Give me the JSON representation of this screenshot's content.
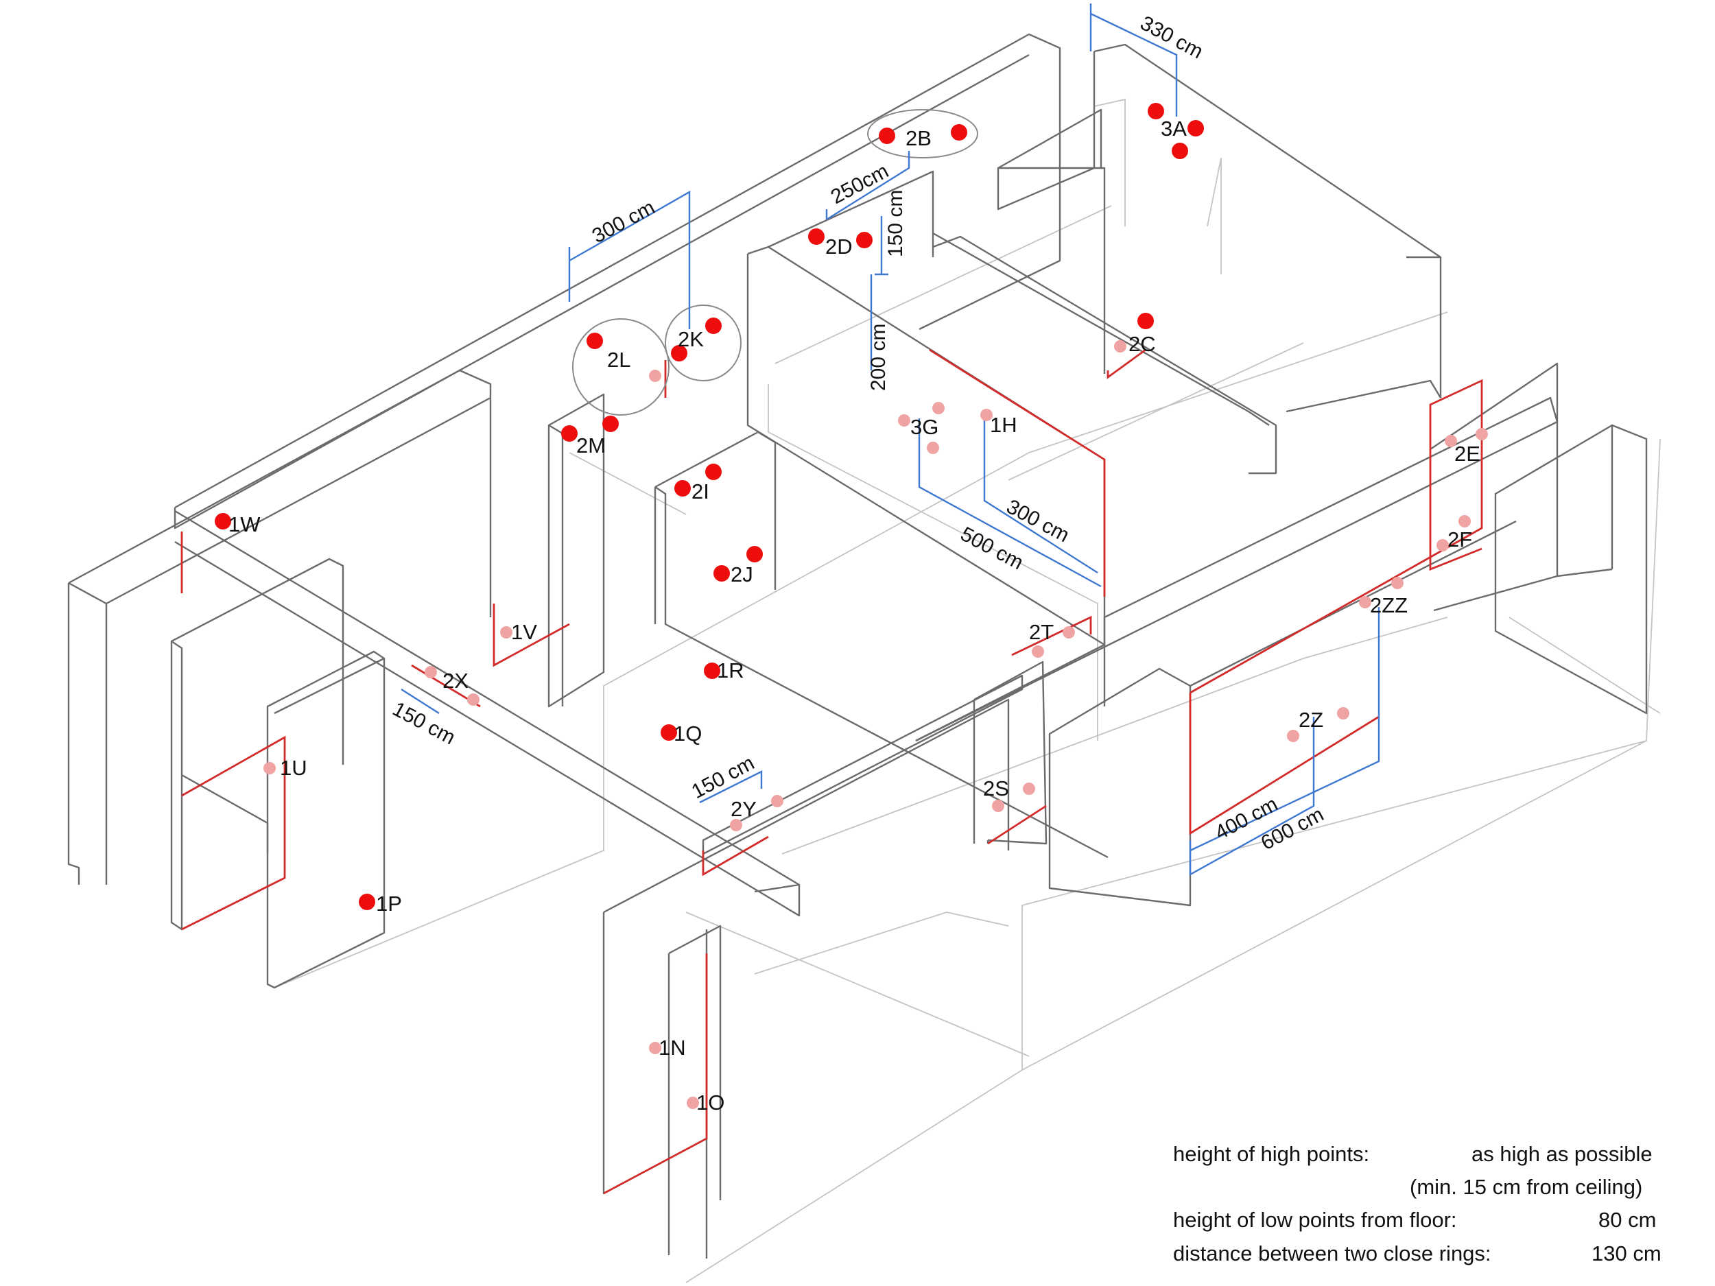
{
  "colors": {
    "high_point": "#ee0d0d",
    "low_point": "#f0a3a3",
    "dimension": "#3f78d0",
    "wall": "#6b6b6b",
    "conduit": "#d32a2a"
  },
  "points": {
    "p3A": "3A",
    "p2B": "2B",
    "p2D": "2D",
    "p2C": "2C",
    "p2K": "2K",
    "p2L": "2L",
    "p2M": "2M",
    "p2I": "2I",
    "p2J": "2J",
    "p1W": "1W",
    "p3G": "3G",
    "p1H": "1H",
    "p2E": "2E",
    "p2F": "2F",
    "p2ZZ": "2ZZ",
    "p2Z": "2Z",
    "p2T": "2T",
    "p2S": "2S",
    "p1V": "1V",
    "p2X": "2X",
    "p1R": "1R",
    "p1Q": "1Q",
    "p2Y": "2Y",
    "p1U": "1U",
    "p1P": "1P",
    "p1N": "1N",
    "p1O": "1O"
  },
  "dimensions": {
    "d330": "330 cm",
    "d300a": "300 cm",
    "d250": "250cm",
    "d150a": "150 cm",
    "d200": "200 cm",
    "d300b": "300 cm",
    "d500": "500 cm",
    "d150b": "150 cm",
    "d150c": "150 cm",
    "d400": "400 cm",
    "d600": "600 cm"
  },
  "legend": {
    "high_label": "height of high points:",
    "high_value": "as high as possible",
    "high_note": "(min. 15 cm from ceiling)",
    "low_label": "height of low points from floor:",
    "low_value": "80 cm",
    "ring_label": "distance between two close rings:",
    "ring_value": "130 cm"
  }
}
